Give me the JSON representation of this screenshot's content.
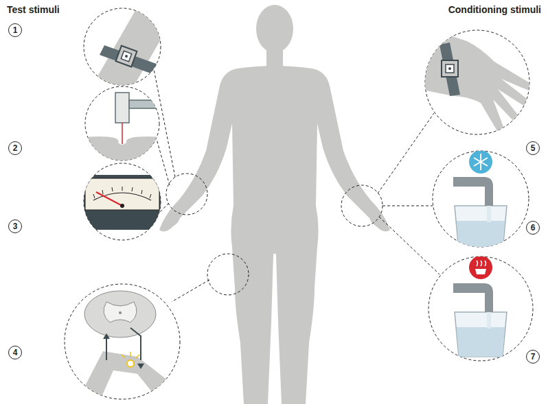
{
  "diagram": {
    "labels": [
      "Test stimuli",
      "Conditioning stimuli",
      "1",
      "2",
      "3",
      "4",
      "5",
      "6",
      "7"
    ]
  }
}
